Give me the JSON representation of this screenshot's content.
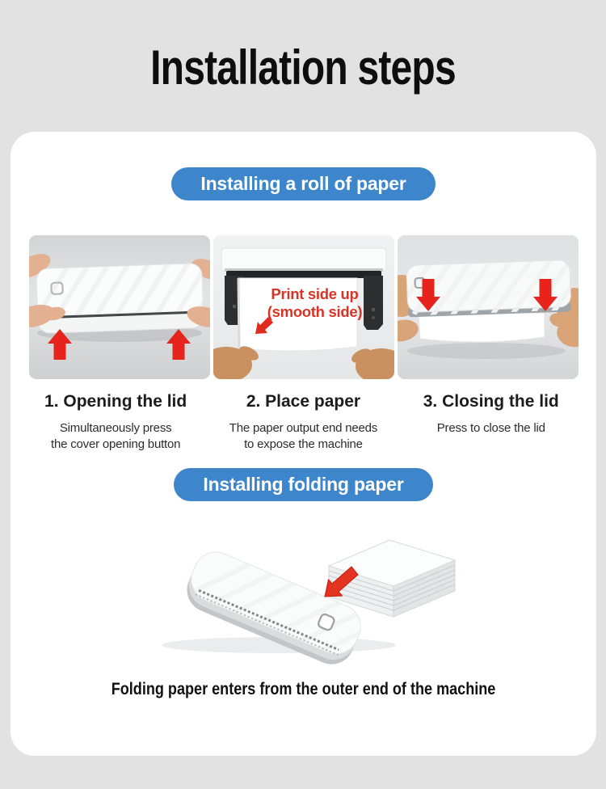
{
  "page": {
    "title": "Installation steps",
    "colors": {
      "background": "#e2e2e3",
      "card": "#ffffff",
      "accent_blue": "#3e86cb",
      "accent_red": "#e6231d",
      "overlay_red": "#d93327",
      "text": "#1a1a1a"
    }
  },
  "roll_section": {
    "heading": "Installing a roll of paper",
    "steps": [
      {
        "title": "1. Opening the lid",
        "desc": "Simultaneously press\nthe cover opening button"
      },
      {
        "title": "2. Place paper",
        "desc": "The paper output end needs\nto expose the machine",
        "overlay": {
          "line1": "Print side up",
          "line2": "(smooth side)"
        }
      },
      {
        "title": "3. Closing the lid",
        "desc": "Press to close the lid"
      }
    ]
  },
  "folding_section": {
    "heading": "Installing folding paper",
    "caption": "Folding paper enters from the outer end of the machine"
  }
}
